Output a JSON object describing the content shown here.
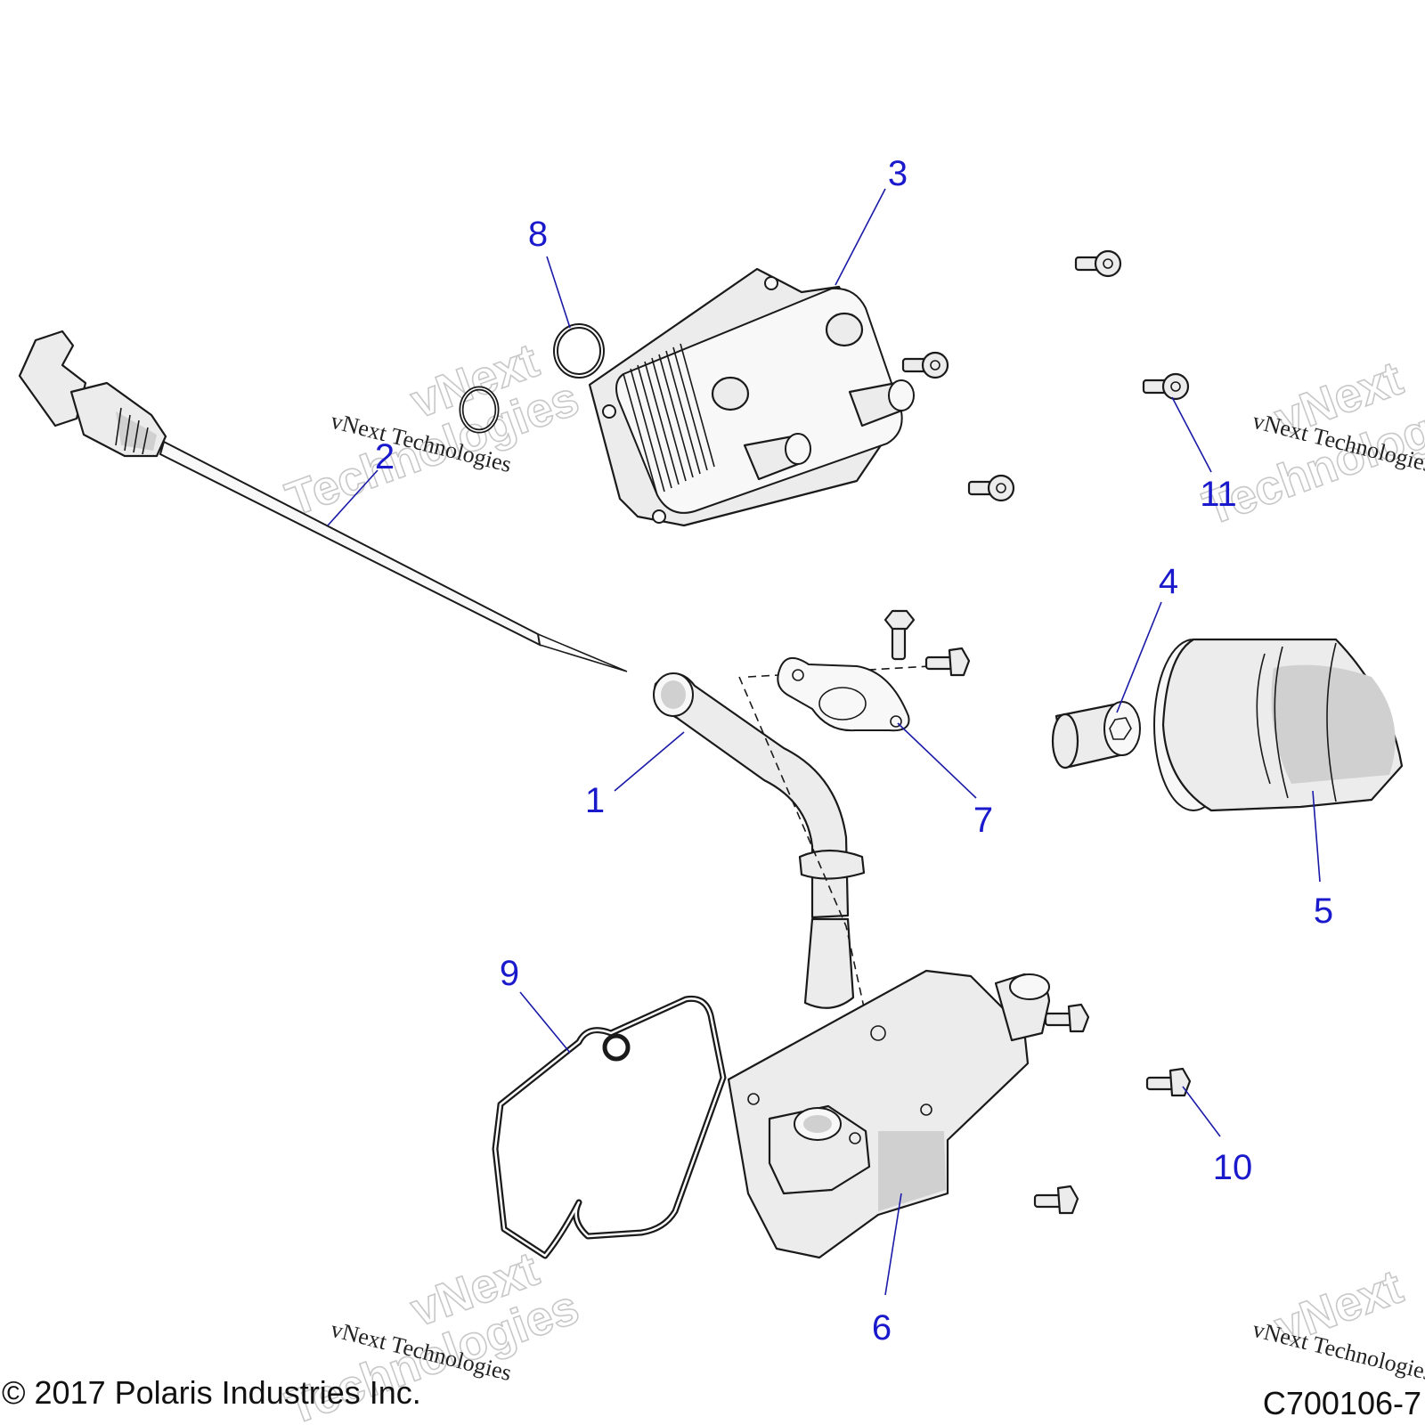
{
  "callouts": [
    "1",
    "2",
    "3",
    "4",
    "5",
    "6",
    "7",
    "8",
    "9",
    "10",
    "11"
  ],
  "watermark": {
    "line1": "vNext",
    "line2": "Technologies",
    "small": "vNext Technologies"
  },
  "footer": {
    "copyright": "© 2017 Polaris Industries Inc.",
    "drawing_number": "C700106-7"
  },
  "parts": [
    {
      "callout": "1",
      "icon": "dipstick-tube"
    },
    {
      "callout": "2",
      "icon": "dipstick"
    },
    {
      "callout": "3",
      "icon": "oil-cooler"
    },
    {
      "callout": "4",
      "icon": "threaded-fitting"
    },
    {
      "callout": "5",
      "icon": "oil-filter"
    },
    {
      "callout": "6",
      "icon": "oil-filter-housing"
    },
    {
      "callout": "7",
      "icon": "tube-gasket"
    },
    {
      "callout": "8",
      "icon": "o-ring"
    },
    {
      "callout": "9",
      "icon": "housing-gasket"
    },
    {
      "callout": "10",
      "icon": "flange-bolt"
    },
    {
      "callout": "11",
      "icon": "socket-head-screw"
    }
  ]
}
